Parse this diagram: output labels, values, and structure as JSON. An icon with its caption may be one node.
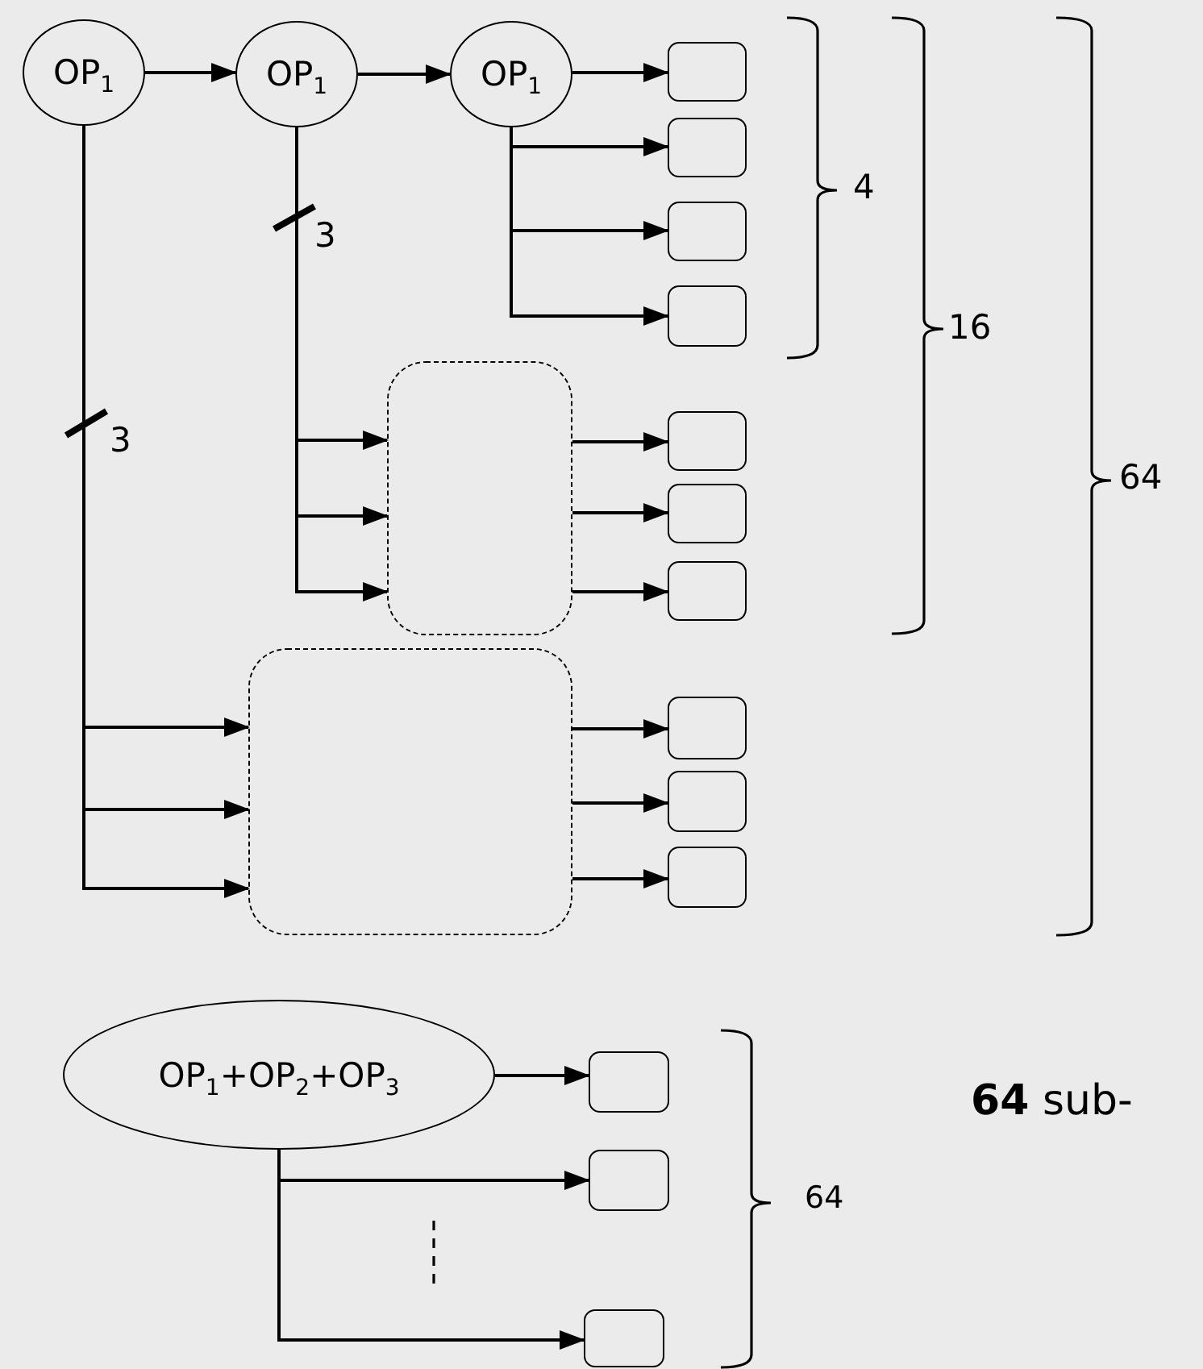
{
  "diagram": {
    "nodes": [
      {
        "text": [
          "OP$_{1}$"
        ]
      },
      {
        "text": [
          "OP$_{1}$"
        ]
      },
      {
        "text": [
          "OP$_{1}$"
        ]
      },
      {
        "text": [],
        "shape": "box"
      },
      {
        "text": [],
        "shape": "box"
      },
      {
        "text": [],
        "shape": "box"
      },
      {
        "text": [],
        "shape": "box"
      },
      {
        "text": [],
        "shape": "box"
      },
      {
        "text": [],
        "shape": "box"
      },
      {
        "text": [],
        "shape": "box"
      },
      {
        "text": [],
        "shape": "box"
      },
      {
        "text": [],
        "shape": "box"
      },
      {
        "text": [],
        "shape": "box"
      },
      {
        "text": [],
        "shape": "box"
      },
      {
        "text": [],
        "shape": "box"
      },
      {
        "text": [
          "OP$_{1}$+OP$_{2}$+OP$_{3}$"
        ]
      },
      {
        "text": [],
        "shape": "box"
      },
      {
        "text": [],
        "shape": "box"
      },
      {
        "text": [],
        "shape": "box"
      }
    ],
    "edges": [
      {
        "from": 0,
        "to": 1,
        "arrow": "to"
      },
      {
        "from": 1,
        "to": 2,
        "arrow": "to"
      },
      {
        "from": 2,
        "to": 3,
        "arrow": "to"
      },
      {
        "from": 2,
        "to": 4,
        "arrow": "to"
      },
      {
        "from": 2,
        "to": 5,
        "arrow": "to"
      },
      {
        "from": 2,
        "to": 6,
        "arrow": "to"
      },
      {
        "from": 1,
        "to": 7,
        "arrow": "to"
      },
      {
        "from": 1,
        "to": 7,
        "arrow": "to"
      },
      {
        "from": 1,
        "to": 7,
        "arrow": "to"
      },
      {
        "from": 7,
        "to": 8,
        "arrow": "to"
      },
      {
        "from": 7,
        "to": 9,
        "arrow": "to"
      },
      {
        "from": 7,
        "to": 10,
        "arrow": "to"
      },
      {
        "from": 0,
        "to": 11,
        "arrow": "to"
      },
      {
        "from": 0,
        "to": 11,
        "arrow": "to"
      },
      {
        "from": 0,
        "to": 11,
        "arrow": "to"
      },
      {
        "from": 11,
        "to": 12,
        "arrow": "to"
      },
      {
        "from": 11,
        "to": 13,
        "arrow": "to"
      },
      {
        "from": 11,
        "to": 14,
        "arrow": "to"
      },
      {
        "from": 15,
        "to": 16,
        "arrow": "to"
      },
      {
        "from": 15,
        "to": 17,
        "arrow": "to"
      },
      {
        "from": 15,
        "to": 18,
        "arrow": "to"
      }
    ],
    "labels": [
      "4",
      "3",
      "16",
      "3",
      "64",
      "**64** sub-",
      "64"
    ]
  }
}
